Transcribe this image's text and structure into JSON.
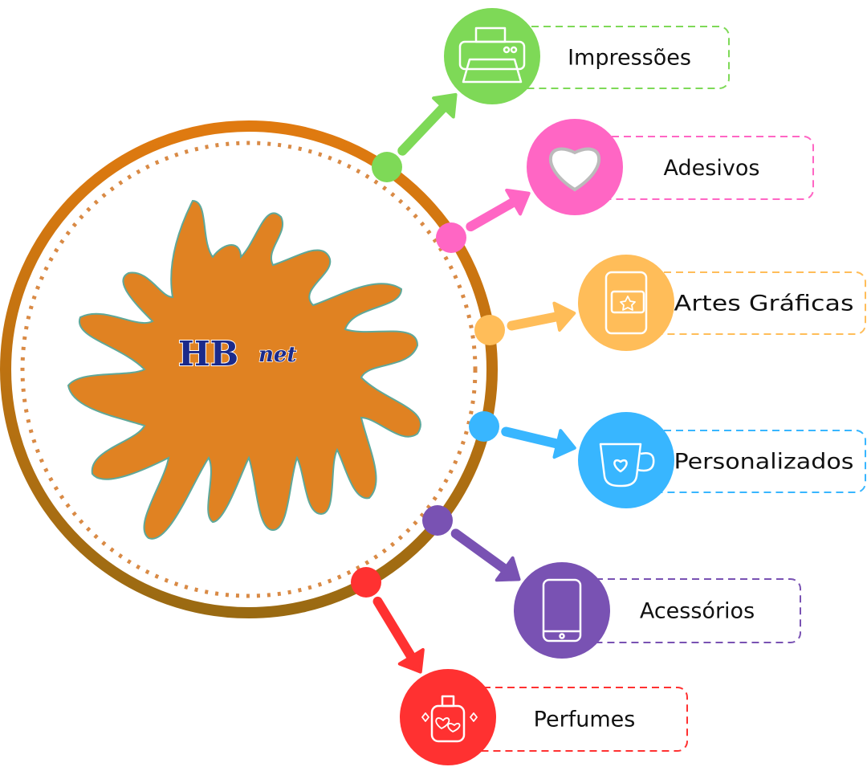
{
  "logo": {
    "text": "HB net"
  },
  "colors": {
    "ring_top": "#e07a10",
    "ring_bottom": "#9a6a12",
    "splat": "#e08222",
    "logo_blue": "#1b2a8a"
  },
  "services": [
    {
      "label": "Impressões",
      "icon": "printer-icon",
      "color": "#7ed957"
    },
    {
      "label": "Adesivos",
      "icon": "heart-sticker-icon",
      "color": "#ff66c4"
    },
    {
      "label": "Artes Gráficas",
      "icon": "phone-ticket-icon",
      "color": "#ffbd59"
    },
    {
      "label": "Personalizados",
      "icon": "mug-icon",
      "color": "#38b6ff"
    },
    {
      "label": "Acessórios",
      "icon": "smartphone-icon",
      "color": "#7952b3"
    },
    {
      "label": "Perfumes",
      "icon": "perfume-icon",
      "color": "#ff3131"
    }
  ]
}
